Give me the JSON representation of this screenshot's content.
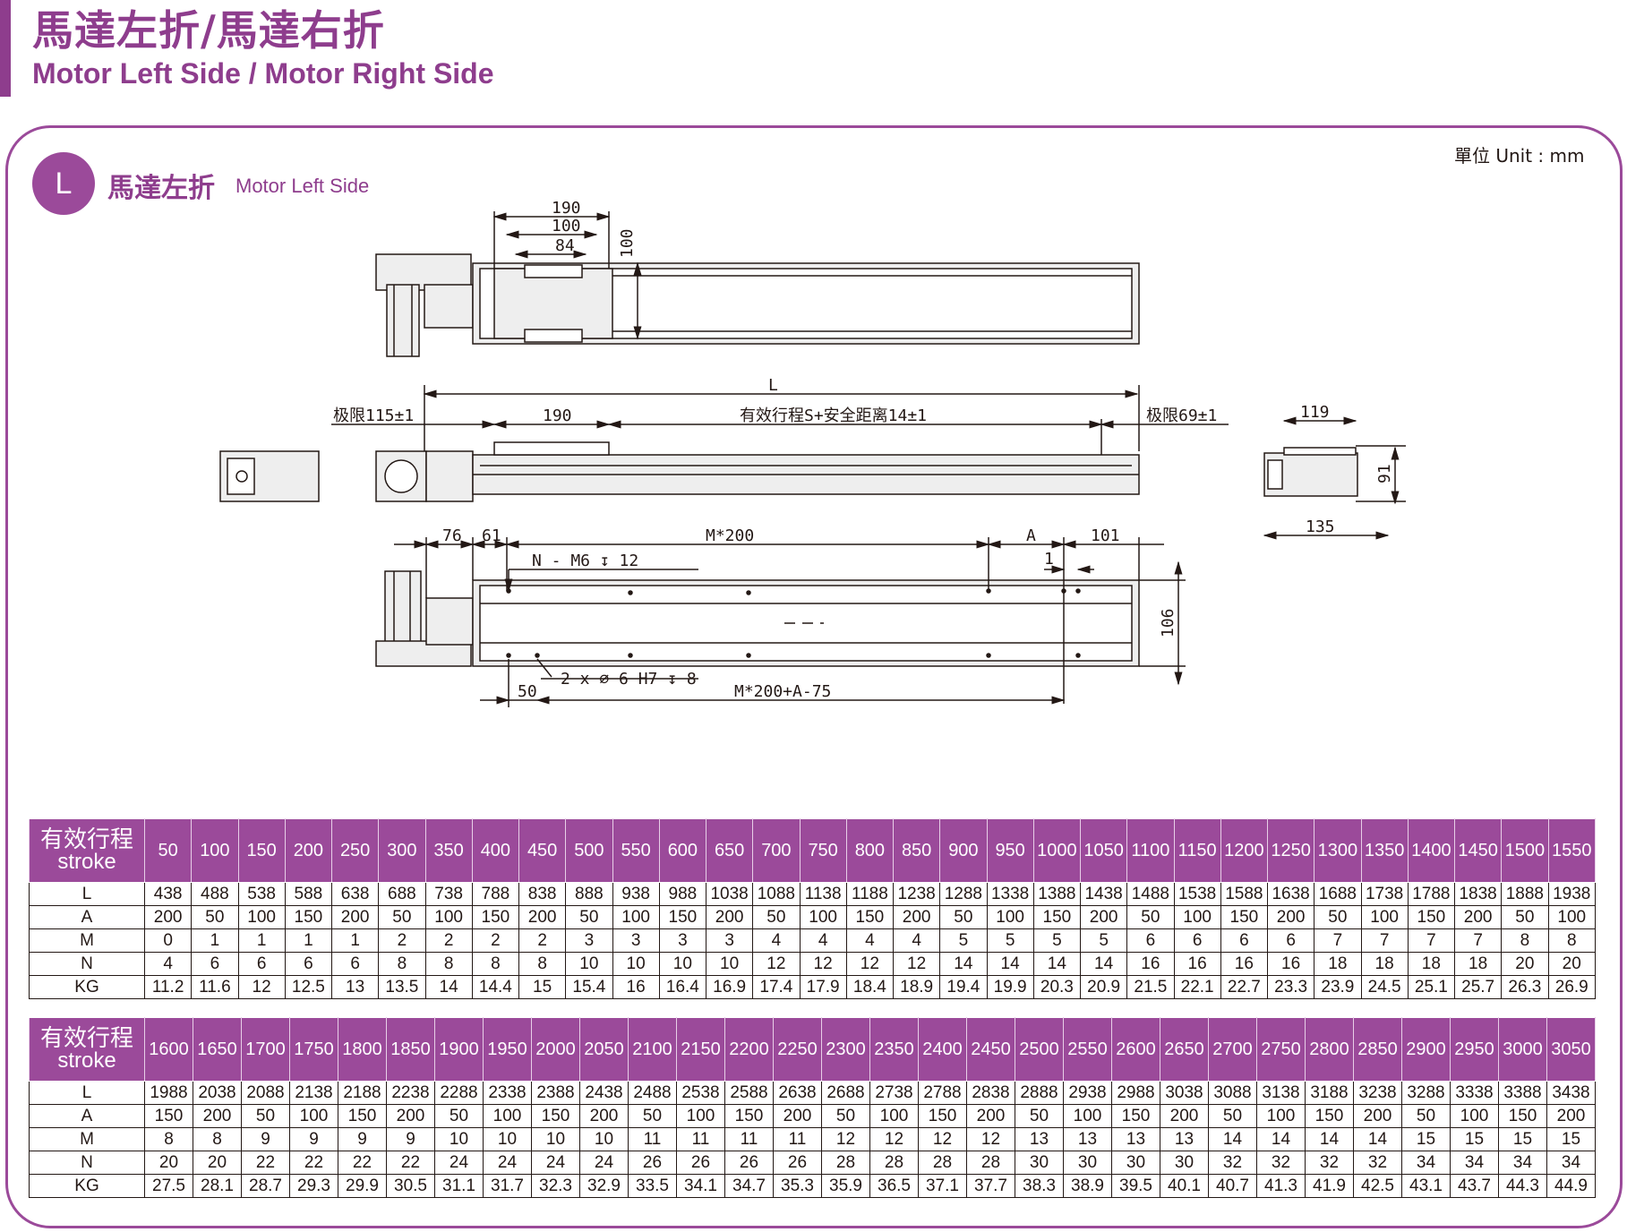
{
  "header": {
    "title_zh": "馬達左折/馬達右折",
    "title_en": "Motor Left Side / Motor Right Side"
  },
  "unit": "單位 Unit : mm",
  "section": {
    "badge": "L",
    "title_zh": "馬達左折",
    "title_en": "Motor Left Side"
  },
  "drawing": {
    "dim_190_top": "190",
    "dim_100_top": "100",
    "dim_84": "84",
    "dim_100_vert": "100",
    "dim_L": "L",
    "limit_left": "极限115±1",
    "dim_190_mid": "190",
    "effective_stroke": "有效行程S+安全距离14±1",
    "limit_right": "极限69±1",
    "dim_119": "119",
    "dim_91": "91",
    "dim_135": "135",
    "dim_76": "76",
    "dim_61": "61",
    "dim_M200": "M*200",
    "dim_A": "A",
    "dim_101": "101",
    "hole_N": "N - M6 ↧ 12",
    "dim_1": "1",
    "dim_106": "106",
    "pin_hole": "2 x ∅ 6 H7 ↧ 8",
    "dim_50": "50",
    "dim_M200A": "M*200+A-75"
  },
  "table_labels": {
    "head_zh": "有效行程",
    "head_en": "stroke",
    "rows": [
      "L",
      "A",
      "M",
      "N",
      "KG"
    ]
  },
  "table1": {
    "stroke": [
      "50",
      "100",
      "150",
      "200",
      "250",
      "300",
      "350",
      "400",
      "450",
      "500",
      "550",
      "600",
      "650",
      "700",
      "750",
      "800",
      "850",
      "900",
      "950",
      "1000",
      "1050",
      "1100",
      "1150",
      "1200",
      "1250",
      "1300",
      "1350",
      "1400",
      "1450",
      "1500",
      "1550"
    ],
    "L": [
      "438",
      "488",
      "538",
      "588",
      "638",
      "688",
      "738",
      "788",
      "838",
      "888",
      "938",
      "988",
      "1038",
      "1088",
      "1138",
      "1188",
      "1238",
      "1288",
      "1338",
      "1388",
      "1438",
      "1488",
      "1538",
      "1588",
      "1638",
      "1688",
      "1738",
      "1788",
      "1838",
      "1888",
      "1938"
    ],
    "A": [
      "200",
      "50",
      "100",
      "150",
      "200",
      "50",
      "100",
      "150",
      "200",
      "50",
      "100",
      "150",
      "200",
      "50",
      "100",
      "150",
      "200",
      "50",
      "100",
      "150",
      "200",
      "50",
      "100",
      "150",
      "200",
      "50",
      "100",
      "150",
      "200",
      "50",
      "100"
    ],
    "M": [
      "0",
      "1",
      "1",
      "1",
      "1",
      "2",
      "2",
      "2",
      "2",
      "3",
      "3",
      "3",
      "3",
      "4",
      "4",
      "4",
      "4",
      "5",
      "5",
      "5",
      "5",
      "6",
      "6",
      "6",
      "6",
      "7",
      "7",
      "7",
      "7",
      "8",
      "8"
    ],
    "N": [
      "4",
      "6",
      "6",
      "6",
      "6",
      "8",
      "8",
      "8",
      "8",
      "10",
      "10",
      "10",
      "10",
      "12",
      "12",
      "12",
      "12",
      "14",
      "14",
      "14",
      "14",
      "16",
      "16",
      "16",
      "16",
      "18",
      "18",
      "18",
      "18",
      "20",
      "20"
    ],
    "KG": [
      "11.2",
      "11.6",
      "12",
      "12.5",
      "13",
      "13.5",
      "14",
      "14.4",
      "15",
      "15.4",
      "16",
      "16.4",
      "16.9",
      "17.4",
      "17.9",
      "18.4",
      "18.9",
      "19.4",
      "19.9",
      "20.3",
      "20.9",
      "21.5",
      "22.1",
      "22.7",
      "23.3",
      "23.9",
      "24.5",
      "25.1",
      "25.7",
      "26.3",
      "26.9"
    ]
  },
  "table2": {
    "stroke": [
      "1600",
      "1650",
      "1700",
      "1750",
      "1800",
      "1850",
      "1900",
      "1950",
      "2000",
      "2050",
      "2100",
      "2150",
      "2200",
      "2250",
      "2300",
      "2350",
      "2400",
      "2450",
      "2500",
      "2550",
      "2600",
      "2650",
      "2700",
      "2750",
      "2800",
      "2850",
      "2900",
      "2950",
      "3000",
      "3050"
    ],
    "L": [
      "1988",
      "2038",
      "2088",
      "2138",
      "2188",
      "2238",
      "2288",
      "2338",
      "2388",
      "2438",
      "2488",
      "2538",
      "2588",
      "2638",
      "2688",
      "2738",
      "2788",
      "2838",
      "2888",
      "2938",
      "2988",
      "3038",
      "3088",
      "3138",
      "3188",
      "3238",
      "3288",
      "3338",
      "3388",
      "3438"
    ],
    "A": [
      "150",
      "200",
      "50",
      "100",
      "150",
      "200",
      "50",
      "100",
      "150",
      "200",
      "50",
      "100",
      "150",
      "200",
      "50",
      "100",
      "150",
      "200",
      "50",
      "100",
      "150",
      "200",
      "50",
      "100",
      "150",
      "200",
      "50",
      "100",
      "150",
      "200"
    ],
    "M": [
      "8",
      "8",
      "9",
      "9",
      "9",
      "9",
      "10",
      "10",
      "10",
      "10",
      "11",
      "11",
      "11",
      "11",
      "12",
      "12",
      "12",
      "12",
      "13",
      "13",
      "13",
      "13",
      "14",
      "14",
      "14",
      "14",
      "15",
      "15",
      "15",
      "15"
    ],
    "N": [
      "20",
      "20",
      "22",
      "22",
      "22",
      "22",
      "24",
      "24",
      "24",
      "24",
      "26",
      "26",
      "26",
      "26",
      "28",
      "28",
      "28",
      "28",
      "30",
      "30",
      "30",
      "30",
      "32",
      "32",
      "32",
      "32",
      "34",
      "34",
      "34",
      "34"
    ],
    "KG": [
      "27.5",
      "28.1",
      "28.7",
      "29.3",
      "29.9",
      "30.5",
      "31.1",
      "31.7",
      "32.3",
      "32.9",
      "33.5",
      "34.1",
      "34.7",
      "35.3",
      "35.9",
      "36.5",
      "37.1",
      "37.7",
      "38.3",
      "38.9",
      "39.5",
      "40.1",
      "40.7",
      "41.3",
      "41.9",
      "42.5",
      "43.1",
      "43.7",
      "44.3",
      "44.9"
    ]
  },
  "colors": {
    "accent": "#9b4a9a",
    "header_purple": "#8e3d8d",
    "line": "#231815",
    "body_fill": "#eeeeee"
  }
}
